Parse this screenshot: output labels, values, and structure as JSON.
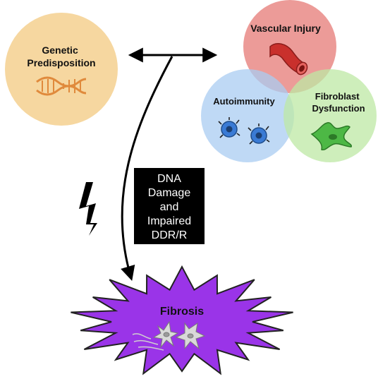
{
  "nodes": {
    "genetic": [
      "Genetic",
      "Predisposition"
    ],
    "vascular": "Vascular Injury",
    "autoimmunity": "Autoimmunity",
    "fibroblast": [
      "Fibroblast",
      "Dysfunction"
    ],
    "dna": [
      "DNA",
      "Damage",
      "and",
      "Impaired",
      "DDR/R"
    ],
    "fibrosis": "Fibrosis"
  },
  "colors": {
    "genetic_circle": "#f6d7a0",
    "vascular_circle": "#e98a86",
    "autoimmunity_circle": "#a9ccf2",
    "fibroblast_circle": "#bde8a4",
    "fibrosis_star": "#9a34e8",
    "arrows": "#000000"
  },
  "icons": {
    "genetic": "dna-helix-icon",
    "vascular": "blood-vessel-icon",
    "autoimmunity": "immune-cell-icon",
    "fibroblast": "fibroblast-cell-icon",
    "stress": "lightning-bolt-icon",
    "fibrosis": "myofibroblast-cells-icon"
  }
}
